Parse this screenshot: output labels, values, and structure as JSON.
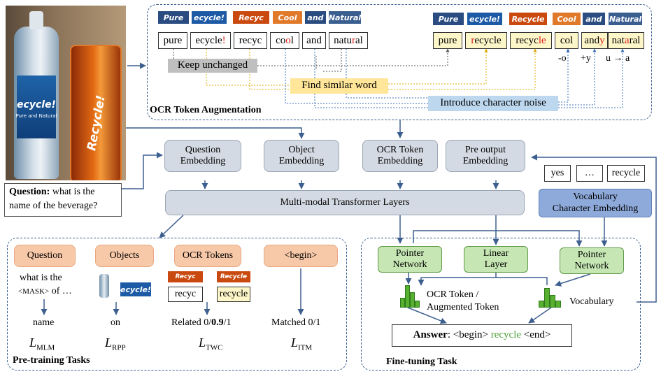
{
  "photo": {
    "brand_text": "ecycle!",
    "sub_text": "Pure and Natural",
    "can_text": "Recycle!"
  },
  "question": {
    "label": "Question:",
    "text_line1": "what is the",
    "text_line2": "name of the beverage?"
  },
  "aug": {
    "title": "OCR Token Augmentation",
    "logos": [
      "Pure",
      "ecycle!",
      "Recyc",
      "Cool",
      "and",
      "Natural"
    ],
    "logos_right": [
      "Pure",
      "ecycle!",
      "Recycle",
      "Cool",
      "and",
      "Natural"
    ],
    "orig_tokens": [
      {
        "a": "pure",
        "b": "",
        "c": ""
      },
      {
        "a": "ecycle",
        "b": "!",
        "c": ""
      },
      {
        "a": "recyc",
        "b": "",
        "c": ""
      },
      {
        "a": "co",
        "b": "o",
        "c": "l"
      },
      {
        "a": "and",
        "b": "",
        "c": ""
      },
      {
        "a": "natu",
        "b": "r",
        "c": "al"
      }
    ],
    "new_tokens": [
      {
        "a": "pure",
        "b": "",
        "c": ""
      },
      {
        "a": "",
        "b": "r",
        "c": "ecycle"
      },
      {
        "a": "recyc",
        "b": "le",
        "c": ""
      },
      {
        "a": "col",
        "b": "",
        "c": ""
      },
      {
        "a": "and",
        "b": "y",
        "c": ""
      },
      {
        "a": "nat",
        "b": "a",
        "c": "ral"
      }
    ],
    "keep": "Keep unchanged",
    "similar": "Find similar word",
    "noise": "Introduce character noise",
    "notes": {
      "minus_o": "-o",
      "plus_y": "+y",
      "u_to_a": "u → a"
    }
  },
  "embeddings": {
    "question": [
      "Question",
      "Embedding"
    ],
    "object": [
      "Object",
      "Embedding"
    ],
    "ocr": [
      "OCR Token",
      "Embedding"
    ],
    "preout": [
      "Pre output",
      "Embedding"
    ]
  },
  "transformer": "Multi-modal Transformer Layers",
  "vocab_tokens": [
    "yes",
    "…",
    "recycle"
  ],
  "vocab_emb": [
    "Vocabulary",
    "Character Embedding"
  ],
  "pretrain": {
    "title": "Pre-training Tasks",
    "heads": [
      "Question",
      "Objects",
      "OCR Tokens",
      "<begin>"
    ],
    "q_text1": "what is the",
    "q_mask": "<MASK>",
    "q_text2": "of …",
    "obj_logo": "ecycle!",
    "ocr_logo1": "Recyc",
    "ocr_logo2": "Recycle",
    "ocr_tok1": "recyc",
    "ocr_tok2": "recycle",
    "out_name": "name",
    "out_on": "on",
    "out_related_a": "Related 0/",
    "out_related_b": "0.9",
    "out_related_c": "/1",
    "out_matched": "Matched 0/1",
    "loss_L": "L",
    "loss_subs": [
      "MLM",
      "RPP",
      "TWC",
      "ITM"
    ]
  },
  "finetune": {
    "title": "Fine-tuning Task",
    "pointer1": [
      "Pointer",
      "Network"
    ],
    "linear": [
      "Linear",
      "Layer"
    ],
    "pointer2": [
      "Pointer",
      "Network"
    ],
    "ocr_label1": "OCR Token /",
    "ocr_label2": "Augmented Token",
    "vocab_label": "Vocabulary",
    "ans_label": "Answer",
    "ans_colon": ":",
    "ans_begin": "<begin>",
    "ans_word": "recycle",
    "ans_end": "<end>"
  },
  "colors": {
    "dash": "#3d5f8f",
    "arrow": "#3d5f8f",
    "keep": "#bfbfbf",
    "similar": "#ffe699",
    "noise": "#bdd7ee",
    "green_word": "#4fa33a",
    "red": "#e0201b"
  }
}
